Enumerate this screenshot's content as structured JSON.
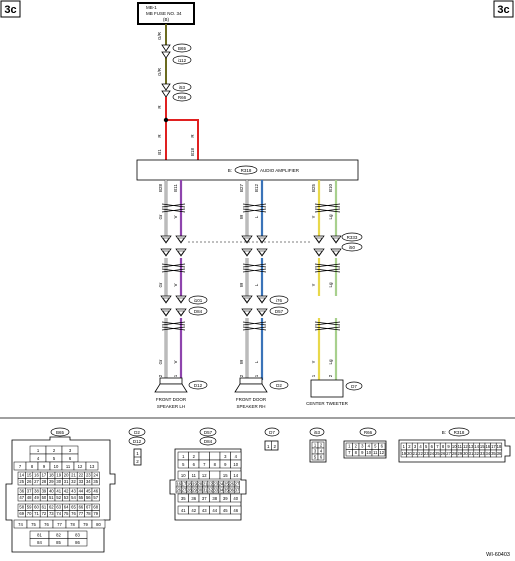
{
  "page_tags": {
    "left": "3c",
    "right": "3c"
  },
  "fuse": {
    "line1": "MB-1",
    "line2": "MB FUSE NO. 34",
    "line3": "(B)"
  },
  "top_wire": {
    "color_upper": "G/R",
    "color_lower": "G/R"
  },
  "top_connectors": [
    {
      "upper": "B65",
      "lower": "i112"
    },
    {
      "upper": "i53",
      "lower": "R66"
    }
  ],
  "red_wire": {
    "upper_label": "R",
    "left_label": "R",
    "right_label": "R"
  },
  "amplifier": {
    "label": "AUDIO AMPLIFIER",
    "prefix": "B:",
    "connector": "R318",
    "pins": {
      "left": "B1",
      "right": "B18"
    }
  },
  "pin_labels": {
    "top": [
      "B28",
      "B11",
      "B27",
      "B12",
      "B25",
      "B10"
    ],
    "bottom": [
      "2",
      "1",
      "2",
      "1",
      "1",
      "2"
    ]
  },
  "wire_colors": {
    "top": [
      "Gr",
      "V",
      "W",
      "L",
      "Y",
      "Lg"
    ],
    "middle": [
      "Gr",
      "V",
      "W",
      "L",
      "Y",
      "Lg"
    ],
    "bottom": [
      "Gr",
      "V",
      "W",
      "L",
      "Y",
      "Lg"
    ]
  },
  "mid_connectors": {
    "upper": "R333",
    "lower": "i50"
  },
  "lower_connectors": [
    {
      "upper": "i101",
      "lower": "D84"
    },
    {
      "upper": "i76",
      "lower": "D57"
    }
  ],
  "speakers": [
    {
      "id": "D12",
      "line1": "FRONT DOOR",
      "line2": "SPEAKER LH"
    },
    {
      "id": "D2",
      "line1": "FRONT DOOR",
      "line2": "SPEAKER RH"
    },
    {
      "id": "D7",
      "line1": "CENTER TWEETER",
      "line2": ""
    }
  ],
  "connector_faces": {
    "b65": {
      "label": "B65"
    },
    "d2": {
      "label1": "D2",
      "label2": "D12",
      "pins": [
        "1",
        "2"
      ]
    },
    "d57": {
      "label1": "D57",
      "label2": "D84"
    },
    "d7": {
      "label": "D7",
      "pins": [
        "1",
        "2"
      ]
    },
    "i53": {
      "label": "i53"
    },
    "r66": {
      "label": "R66"
    },
    "r318": {
      "prefix": "B:",
      "label": "R318"
    }
  },
  "code": "WI-60403",
  "colors": {
    "red": "#e02020",
    "violet": "#8e44ad",
    "blue": "#3a73b8",
    "yellow": "#e8d84a",
    "lightgreen": "#a8d08d",
    "olive": "#6b6b1f"
  }
}
